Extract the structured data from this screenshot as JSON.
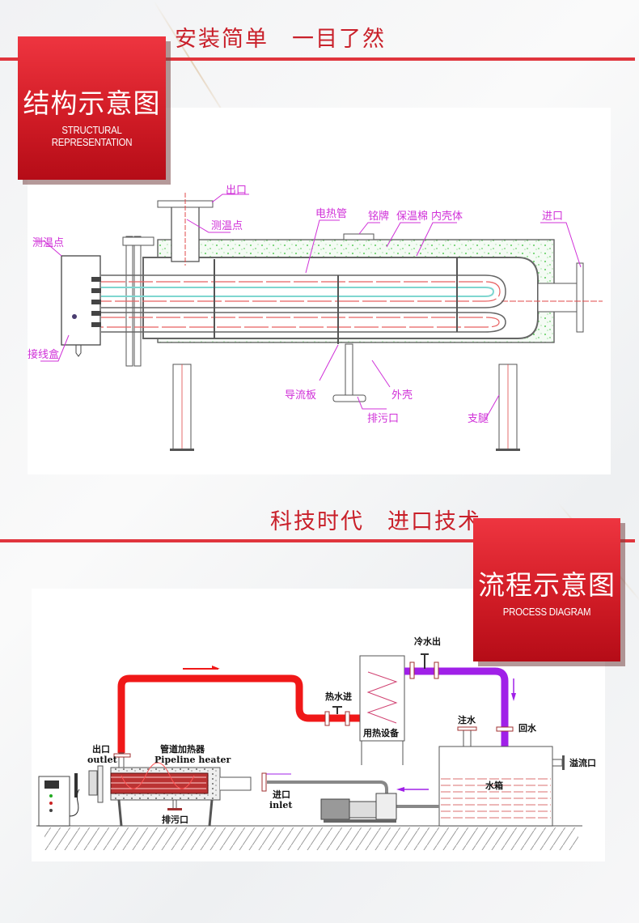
{
  "section1": {
    "tagline": "安装简单　一目了然",
    "badge_cn": "结构示意图",
    "badge_en": "STRUCTURAL REPRESENTATION",
    "labels": {
      "outlet": "出口",
      "temp_point_top": "测温点",
      "temp_point_left": "测温点",
      "heating_tube": "电热管",
      "nameplate": "铭牌",
      "insulation": "保温棉",
      "inner_shell": "内壳体",
      "inlet": "进口",
      "junction_box": "接线盒",
      "baffle": "导流板",
      "drain": "排污口",
      "outer_shell": "外壳",
      "support_leg": "支腿"
    }
  },
  "section2": {
    "tagline": "科技时代　进口技术",
    "badge_cn": "流程示意图",
    "badge_en": "PROCESS DIAGRAM",
    "labels": {
      "outlet_cn": "出口",
      "outlet_en": "outlet",
      "heater_cn": "管道加热器",
      "heater_en": "Pipeline heater",
      "drain": "排污口",
      "inlet_cn": "进口",
      "inlet_en": "inlet",
      "hot_water_in": "热水进",
      "heat_equipment": "用热设备",
      "cold_water_out": "冷水出",
      "fill_water": "注水",
      "return_water": "回水",
      "water_tank": "水箱",
      "overflow": "溢流口"
    }
  },
  "colors": {
    "brand_red": "#d41e28",
    "hot_pipe": "#f01818",
    "return_pipe": "#a020e8",
    "label_magenta": "#d030d8",
    "insulation_green": "#2ec02e"
  }
}
